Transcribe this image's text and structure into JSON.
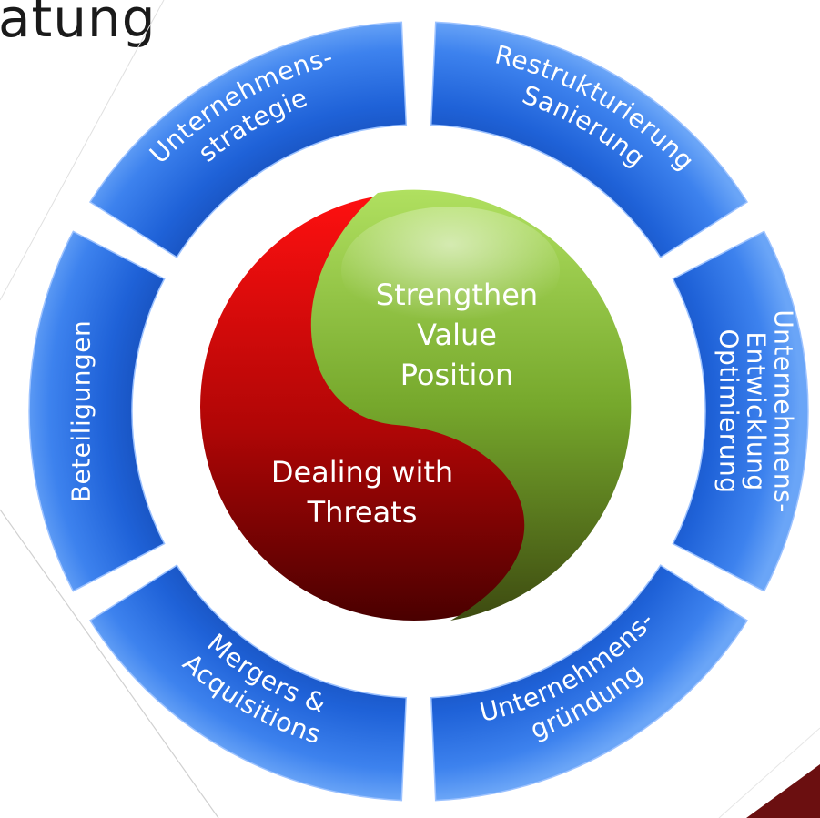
{
  "title": "atung",
  "segments": [
    {
      "id": "strategie",
      "lines": [
        "Unternehmens-",
        "strategie"
      ]
    },
    {
      "id": "restrukturierung",
      "lines": [
        "Restrukturierung",
        "Sanierung"
      ]
    },
    {
      "id": "entwicklung",
      "lines": [
        "Unternehmens-",
        "Entwicklung",
        "Optimierung"
      ]
    },
    {
      "id": "gruendung",
      "lines": [
        "Unternehmens-",
        "gründung"
      ]
    },
    {
      "id": "mergers",
      "lines": [
        "Mergers &",
        "Acquisitions"
      ]
    },
    {
      "id": "beteiligungen",
      "lines": [
        "Beteiligungen"
      ]
    }
  ],
  "center": {
    "green_lines": [
      "Strengthen",
      "Value",
      "Position"
    ],
    "red_lines": [
      "Dealing with",
      "Threats"
    ]
  },
  "colors": {
    "segment_blue": "#1f5fd6",
    "segment_light": "#5a9af5",
    "segment_dark": "#123f9e",
    "center_red": "#d40a0a",
    "center_green": "#7fb83a",
    "corner_accent": "#6b0f10"
  }
}
